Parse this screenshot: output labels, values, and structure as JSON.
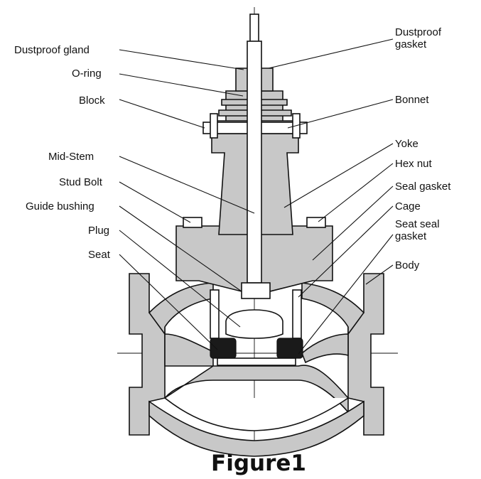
{
  "figure": {
    "caption": "Figure1",
    "labels_left": {
      "dustproof_gland": "Dustproof gland",
      "o_ring": "O-ring",
      "block": "Block",
      "mid_stem": "Mid-Stem",
      "stud_bolt": "Stud Bolt",
      "guide_bushing": "Guide bushing",
      "plug": "Plug",
      "seat": "Seat"
    },
    "labels_right": {
      "dustproof_gasket_1": "Dustproof",
      "dustproof_gasket_2": "gasket",
      "bonnet": "Bonnet",
      "yoke": "Yoke",
      "hex_nut": "Hex nut",
      "seal_gasket": "Seal gasket",
      "cage": "Cage",
      "seat_seal_gasket_1": "Seat seal",
      "seat_seal_gasket_2": "gasket",
      "body": "Body"
    },
    "colors": {
      "section_fill": "#c8c8c8",
      "outline": "#111111",
      "background": "#ffffff"
    }
  }
}
